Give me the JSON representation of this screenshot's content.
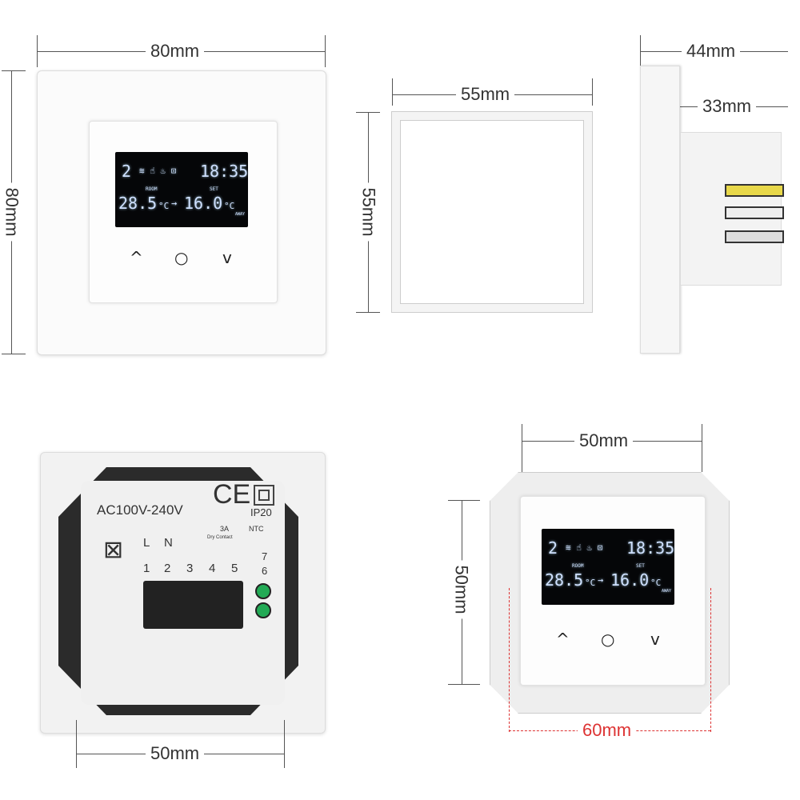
{
  "front": {
    "width_label": "80mm",
    "height_label": "80mm"
  },
  "frame": {
    "width_label": "55mm",
    "height_label": "55mm"
  },
  "side": {
    "depth_label": "44mm",
    "body_label": "33mm"
  },
  "back": {
    "width_label": "50mm",
    "voltage": "AC100V-240V",
    "ce": "CE",
    "ip": "IP20",
    "relay": "3A",
    "relay_sub": "Dry Contact",
    "ntc": "NTC",
    "terminals": [
      "L",
      "N"
    ],
    "numbers": [
      "1",
      "2",
      "3",
      "4",
      "5"
    ],
    "ntc_numbers": [
      "7",
      "6"
    ]
  },
  "module": {
    "width_label": "50mm",
    "height_label": "50mm",
    "mount_label": "60mm"
  },
  "lcd": {
    "mode": "2",
    "time": "18:35",
    "room_temp": "28.5",
    "room_unit": "°C",
    "room_tag": "ROOM",
    "set_temp": "16.0",
    "set_unit": "°C",
    "set_tag": "SET",
    "away": "AWAY",
    "arrow": "→"
  },
  "buttons": {
    "up": "^",
    "ok": "○",
    "down": "v"
  },
  "colors": {
    "accent_red": "#d33333",
    "lcd_text": "#cfe0ff"
  }
}
